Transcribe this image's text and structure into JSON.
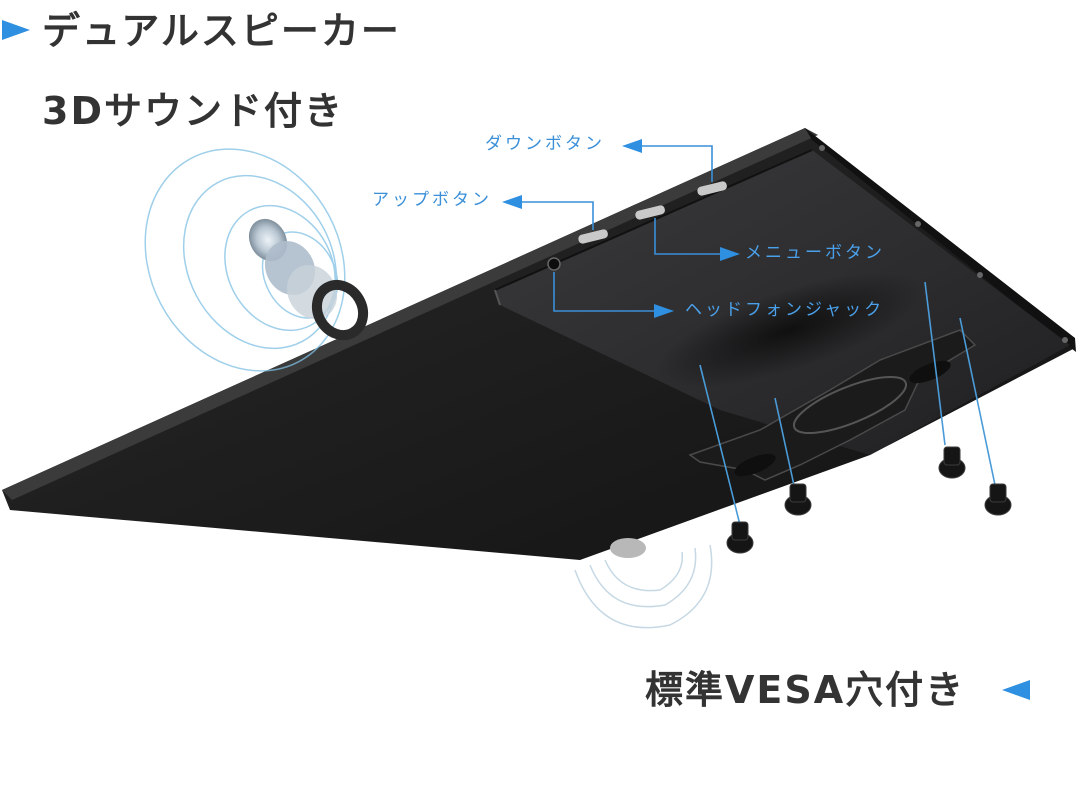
{
  "headings": {
    "dual_speaker": "デュアルスピーカー",
    "sound_3d": "3Dサウンド付き",
    "vesa": "標準VESA穴付き"
  },
  "callouts": {
    "down_button": "ダウンボタン",
    "up_button": "アップボタン",
    "menu_button": "メニューボタン",
    "headphone_jack": "ヘッドフォンジャック"
  },
  "colors": {
    "accent_blue": "#2f8fe0",
    "heading_text": "#333333",
    "monitor_body": "#1e1e1e"
  },
  "icons": {
    "speaker_marker": "triangle-right-icon",
    "vesa_marker": "triangle-left-icon"
  }
}
